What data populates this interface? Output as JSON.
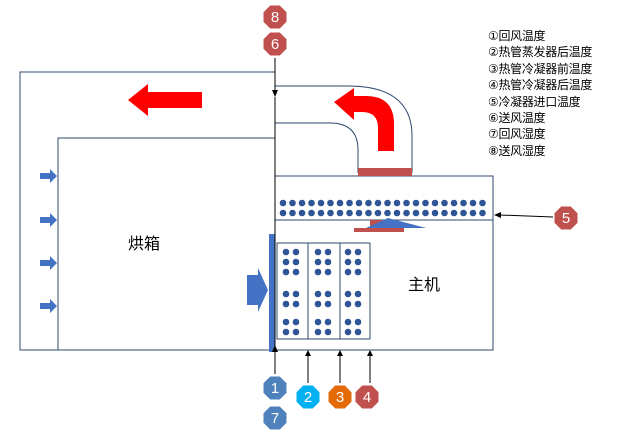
{
  "labels": {
    "oven": "烘箱",
    "main_unit": "主机"
  },
  "legend": [
    "①回风温度",
    "②热管蒸发器后温度",
    "③热管冷凝器前温度",
    "④热管冷凝器后温度",
    "⑤冷凝器进口温度",
    "⑥送风温度",
    "⑦回风湿度",
    "⑧送风湿度"
  ],
  "markers": {
    "m8": "8",
    "m6": "6",
    "m1": "1",
    "m7": "7",
    "m2": "2",
    "m3": "3",
    "m4": "4",
    "m5": "5"
  },
  "colors": {
    "outline": "#2e4a6e",
    "arrow_red": "#ff0000",
    "arrow_blue": "#4472c4",
    "coil_dot": "#2f5597",
    "marker_red": "#c0504d",
    "marker_blue": "#4f81bd",
    "marker_cyan": "#00b0f0",
    "marker_orange": "#e36c09",
    "panel_blue": "#4472c4",
    "plate_red": "#c0504d"
  }
}
